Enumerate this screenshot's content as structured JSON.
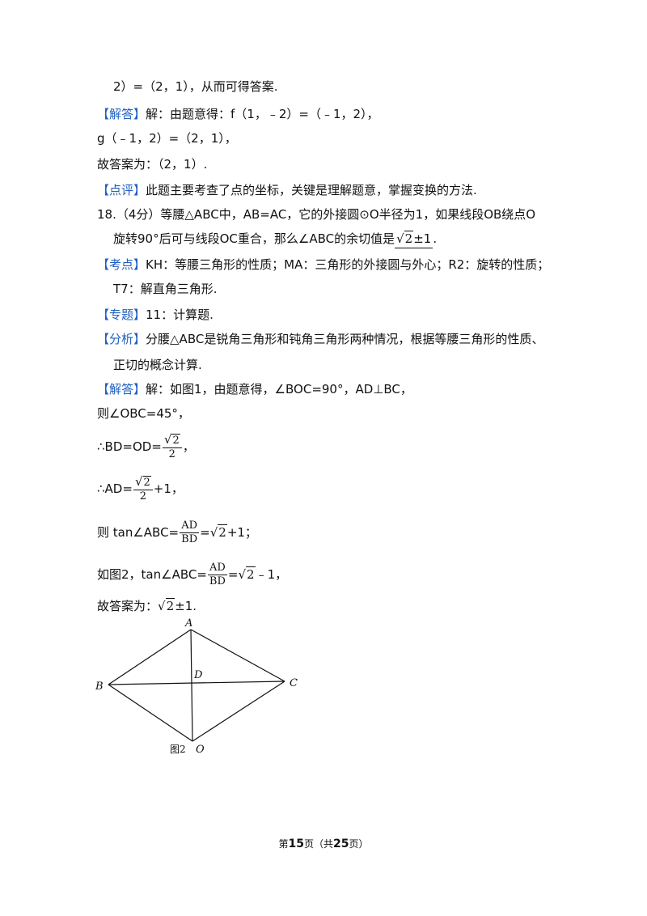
{
  "lines": {
    "l1": "2）=（2，1），从而可得答案.",
    "l2_tag": "【解答】",
    "l2": "解：由题意得：f（1，﹣2）=（﹣1，2），",
    "l3": "g（﹣1，2）=（2，1），",
    "l4": "故答案为：（2，1）.",
    "l5_tag": "【点评】",
    "l5": "此题主要考查了点的坐标，关键是理解题意，掌握变换的方法.",
    "l6": "18.（4分）等腰△ABC中，AB=AC，它的外接圆⊙O半径为1，如果线段OB绕点O",
    "l7a": "旋转90°后可与线段OC重合，那么∠ABC的余切值是",
    "l7_ans_rad": "2",
    "l7_ans_rest": "±1",
    "l7b": ".",
    "l8_tag": "【考点】",
    "l8": "KH：等腰三角形的性质；MA：三角形的外接圆与外心；R2：旋转的性质；",
    "l9": "T7：解直角三角形.",
    "l10_tag": "【专题】",
    "l10": "11：计算题.",
    "l11_tag": "【分析】",
    "l11": "分腰△ABC是锐角三角形和钝角三角形两种情况，根据等腰三角形的性质、",
    "l12": "正切的概念计算.",
    "l13_tag": "【解答】",
    "l13": "解：如图1，由题意得，∠BOC=90°，AD⊥BC，",
    "l14": "则∠OBC=45°，",
    "l15_pre": "∴BD=OD=",
    "l15_num_rad": "2",
    "l15_den": "2",
    "l15_post": "，",
    "l16_pre": "∴AD=",
    "l16_num_rad": "2",
    "l16_den": "2",
    "l16_post": "+1，",
    "l17_pre": "则 tan∠ABC=",
    "l17_num": "AD",
    "l17_den": "BD",
    "l17_eq": "=",
    "l17_rad": "2",
    "l17_post": "+1；",
    "l18_pre": "如图2，tan∠ABC=",
    "l18_num": "AD",
    "l18_den": "BD",
    "l18_eq": "=",
    "l18_rad": "2",
    "l18_post": "﹣1，",
    "l19_pre": "故答案为：",
    "l19_rad": "2",
    "l19_post": "±1."
  },
  "figure": {
    "label_a": "A",
    "label_b": "B",
    "label_c": "C",
    "label_d": "D",
    "label_o": "O",
    "caption": "图2"
  },
  "footer": {
    "pre": "第",
    "page": "15",
    "mid": "页（共",
    "total": "25",
    "post": "页）"
  }
}
